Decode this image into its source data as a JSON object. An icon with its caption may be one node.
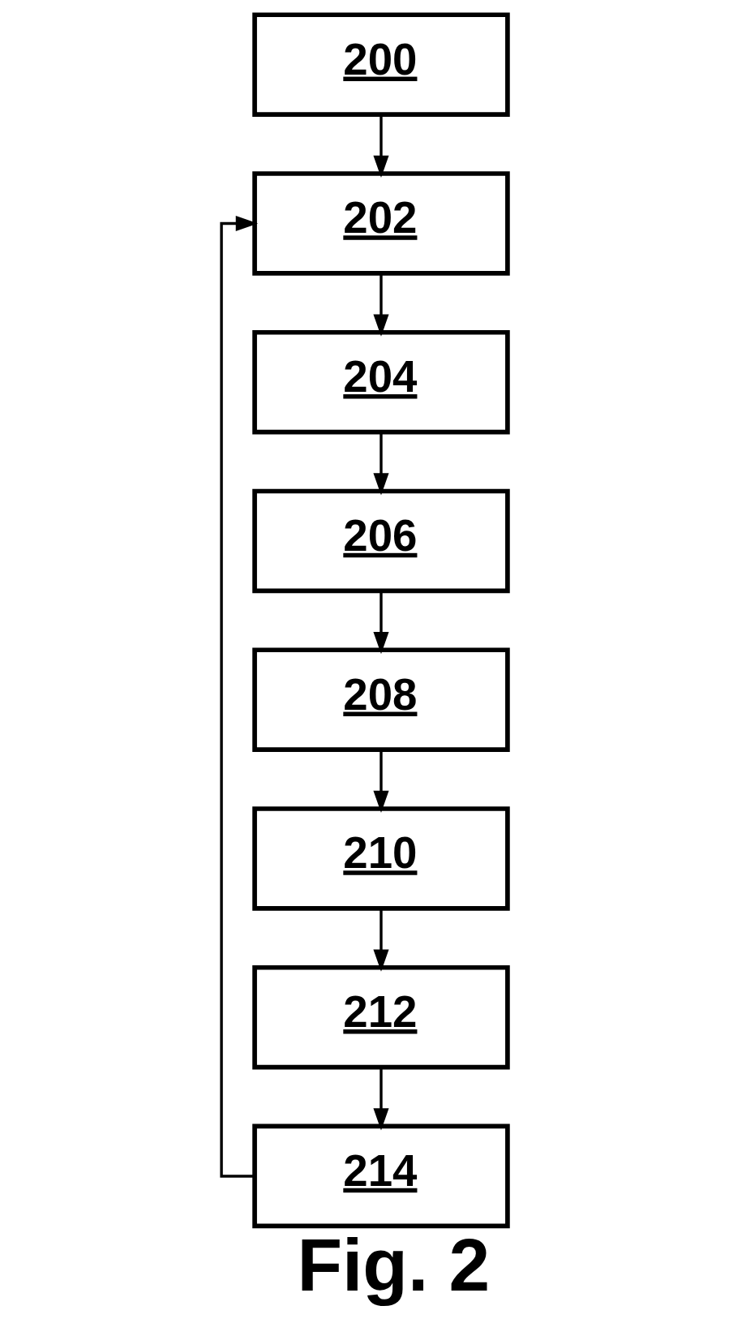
{
  "diagram": {
    "caption": "Fig. 2",
    "nodes": [
      {
        "text": [
          "200"
        ]
      },
      {
        "text": [
          "202"
        ]
      },
      {
        "text": [
          "204"
        ]
      },
      {
        "text": [
          "206"
        ]
      },
      {
        "text": [
          "208"
        ]
      },
      {
        "text": [
          "210"
        ]
      },
      {
        "text": [
          "212"
        ]
      },
      {
        "text": [
          "214"
        ]
      }
    ],
    "edges": [
      {
        "from": 0,
        "to": 1,
        "arrow": "to"
      },
      {
        "from": 1,
        "to": 2,
        "arrow": "to"
      },
      {
        "from": 2,
        "to": 3,
        "arrow": "to"
      },
      {
        "from": 3,
        "to": 4,
        "arrow": "to"
      },
      {
        "from": 4,
        "to": 5,
        "arrow": "to"
      },
      {
        "from": 5,
        "to": 6,
        "arrow": "to"
      },
      {
        "from": 6,
        "to": 7,
        "arrow": "to"
      },
      {
        "from": 7,
        "to": 1,
        "arrow": "to"
      }
    ]
  }
}
